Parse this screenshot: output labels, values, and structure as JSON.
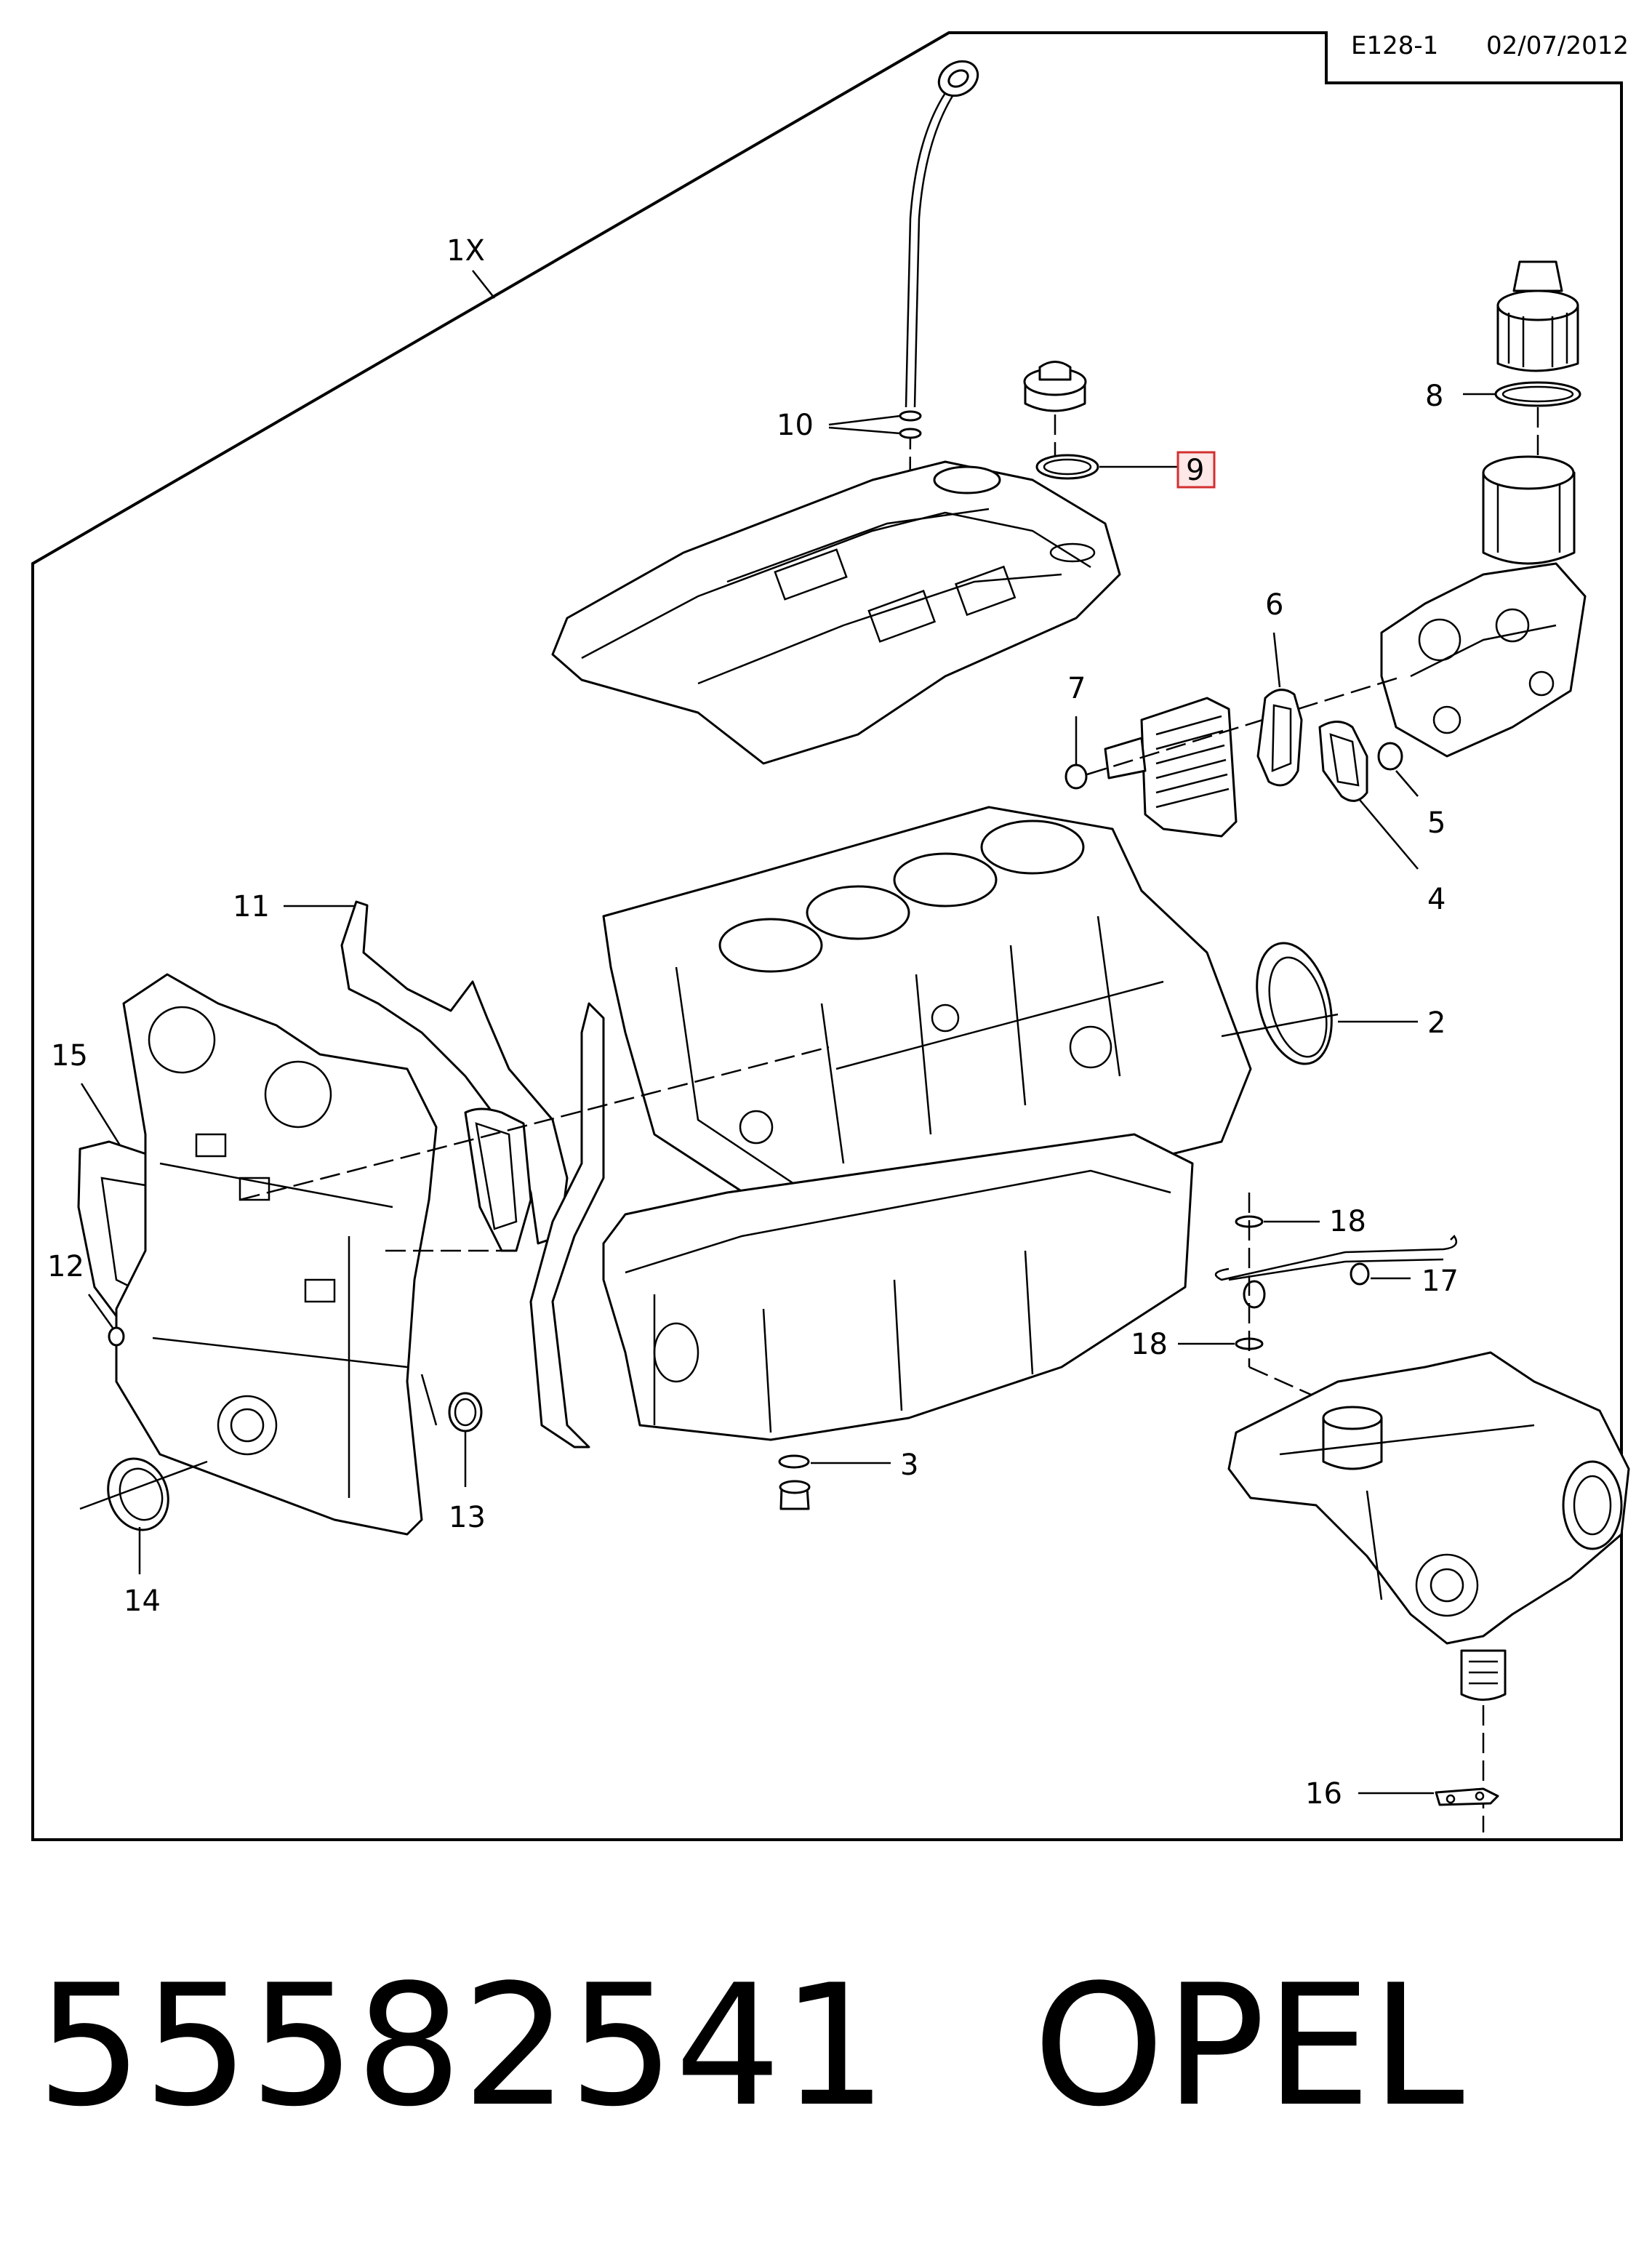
{
  "header": {
    "diagram_code": "E128-1",
    "date": "02/07/2012"
  },
  "callouts": {
    "assembly": "1X",
    "c2": "2",
    "c3": "3",
    "c4": "4",
    "c5": "5",
    "c6": "6",
    "c7": "7",
    "c8": "8",
    "c9": "9",
    "c10": "10",
    "c11": "11",
    "c12": "12",
    "c13": "13",
    "c14": "14",
    "c15": "15",
    "c16": "16",
    "c17": "17",
    "c18a": "18",
    "c18b": "18"
  },
  "highlight": {
    "callout": "9",
    "color": "#d32f2f"
  },
  "footer": {
    "part_number": "55582541",
    "brand": "OPEL"
  }
}
